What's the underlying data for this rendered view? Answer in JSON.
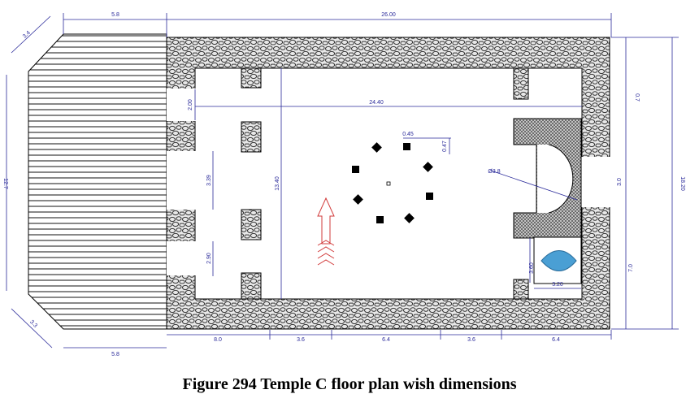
{
  "caption": "Figure 294 Temple C floor plan wish dimensions",
  "dimensions": {
    "top_porch_width": "5.8",
    "top_overall_length": "26.00",
    "porch_diag_top": "3.4",
    "porch_diag_bottom": "3.3",
    "porch_left_length": "12.7",
    "bottom_porch_width": "5.8",
    "interior_length": "24.40",
    "wall_opening_top": "2.00",
    "wall_opening_mid": "3.39",
    "wall_opening_bottom": "2.90",
    "interior_width": "13.40",
    "overall_width": "18.20",
    "right_top": "0.7",
    "right_mid": "3.0",
    "right_bottom": "7.0",
    "apse_diameter": "Ø3.8",
    "column_size": "0.45",
    "column_spacing": "0.47",
    "basin_width": "3.20",
    "basin_height": "3.60",
    "bottom_seg_1": "8.0",
    "bottom_seg_2": "3.6",
    "bottom_seg_3": "6.4",
    "bottom_seg_4": "3.6",
    "bottom_seg_5": "6.4"
  },
  "colors": {
    "dimension_line": "#2a2a9a",
    "wall_fill": "#e8e8e8",
    "wall_stone": "#333333",
    "basin": "#4a9fd4",
    "arrow": "#d23b3b"
  }
}
